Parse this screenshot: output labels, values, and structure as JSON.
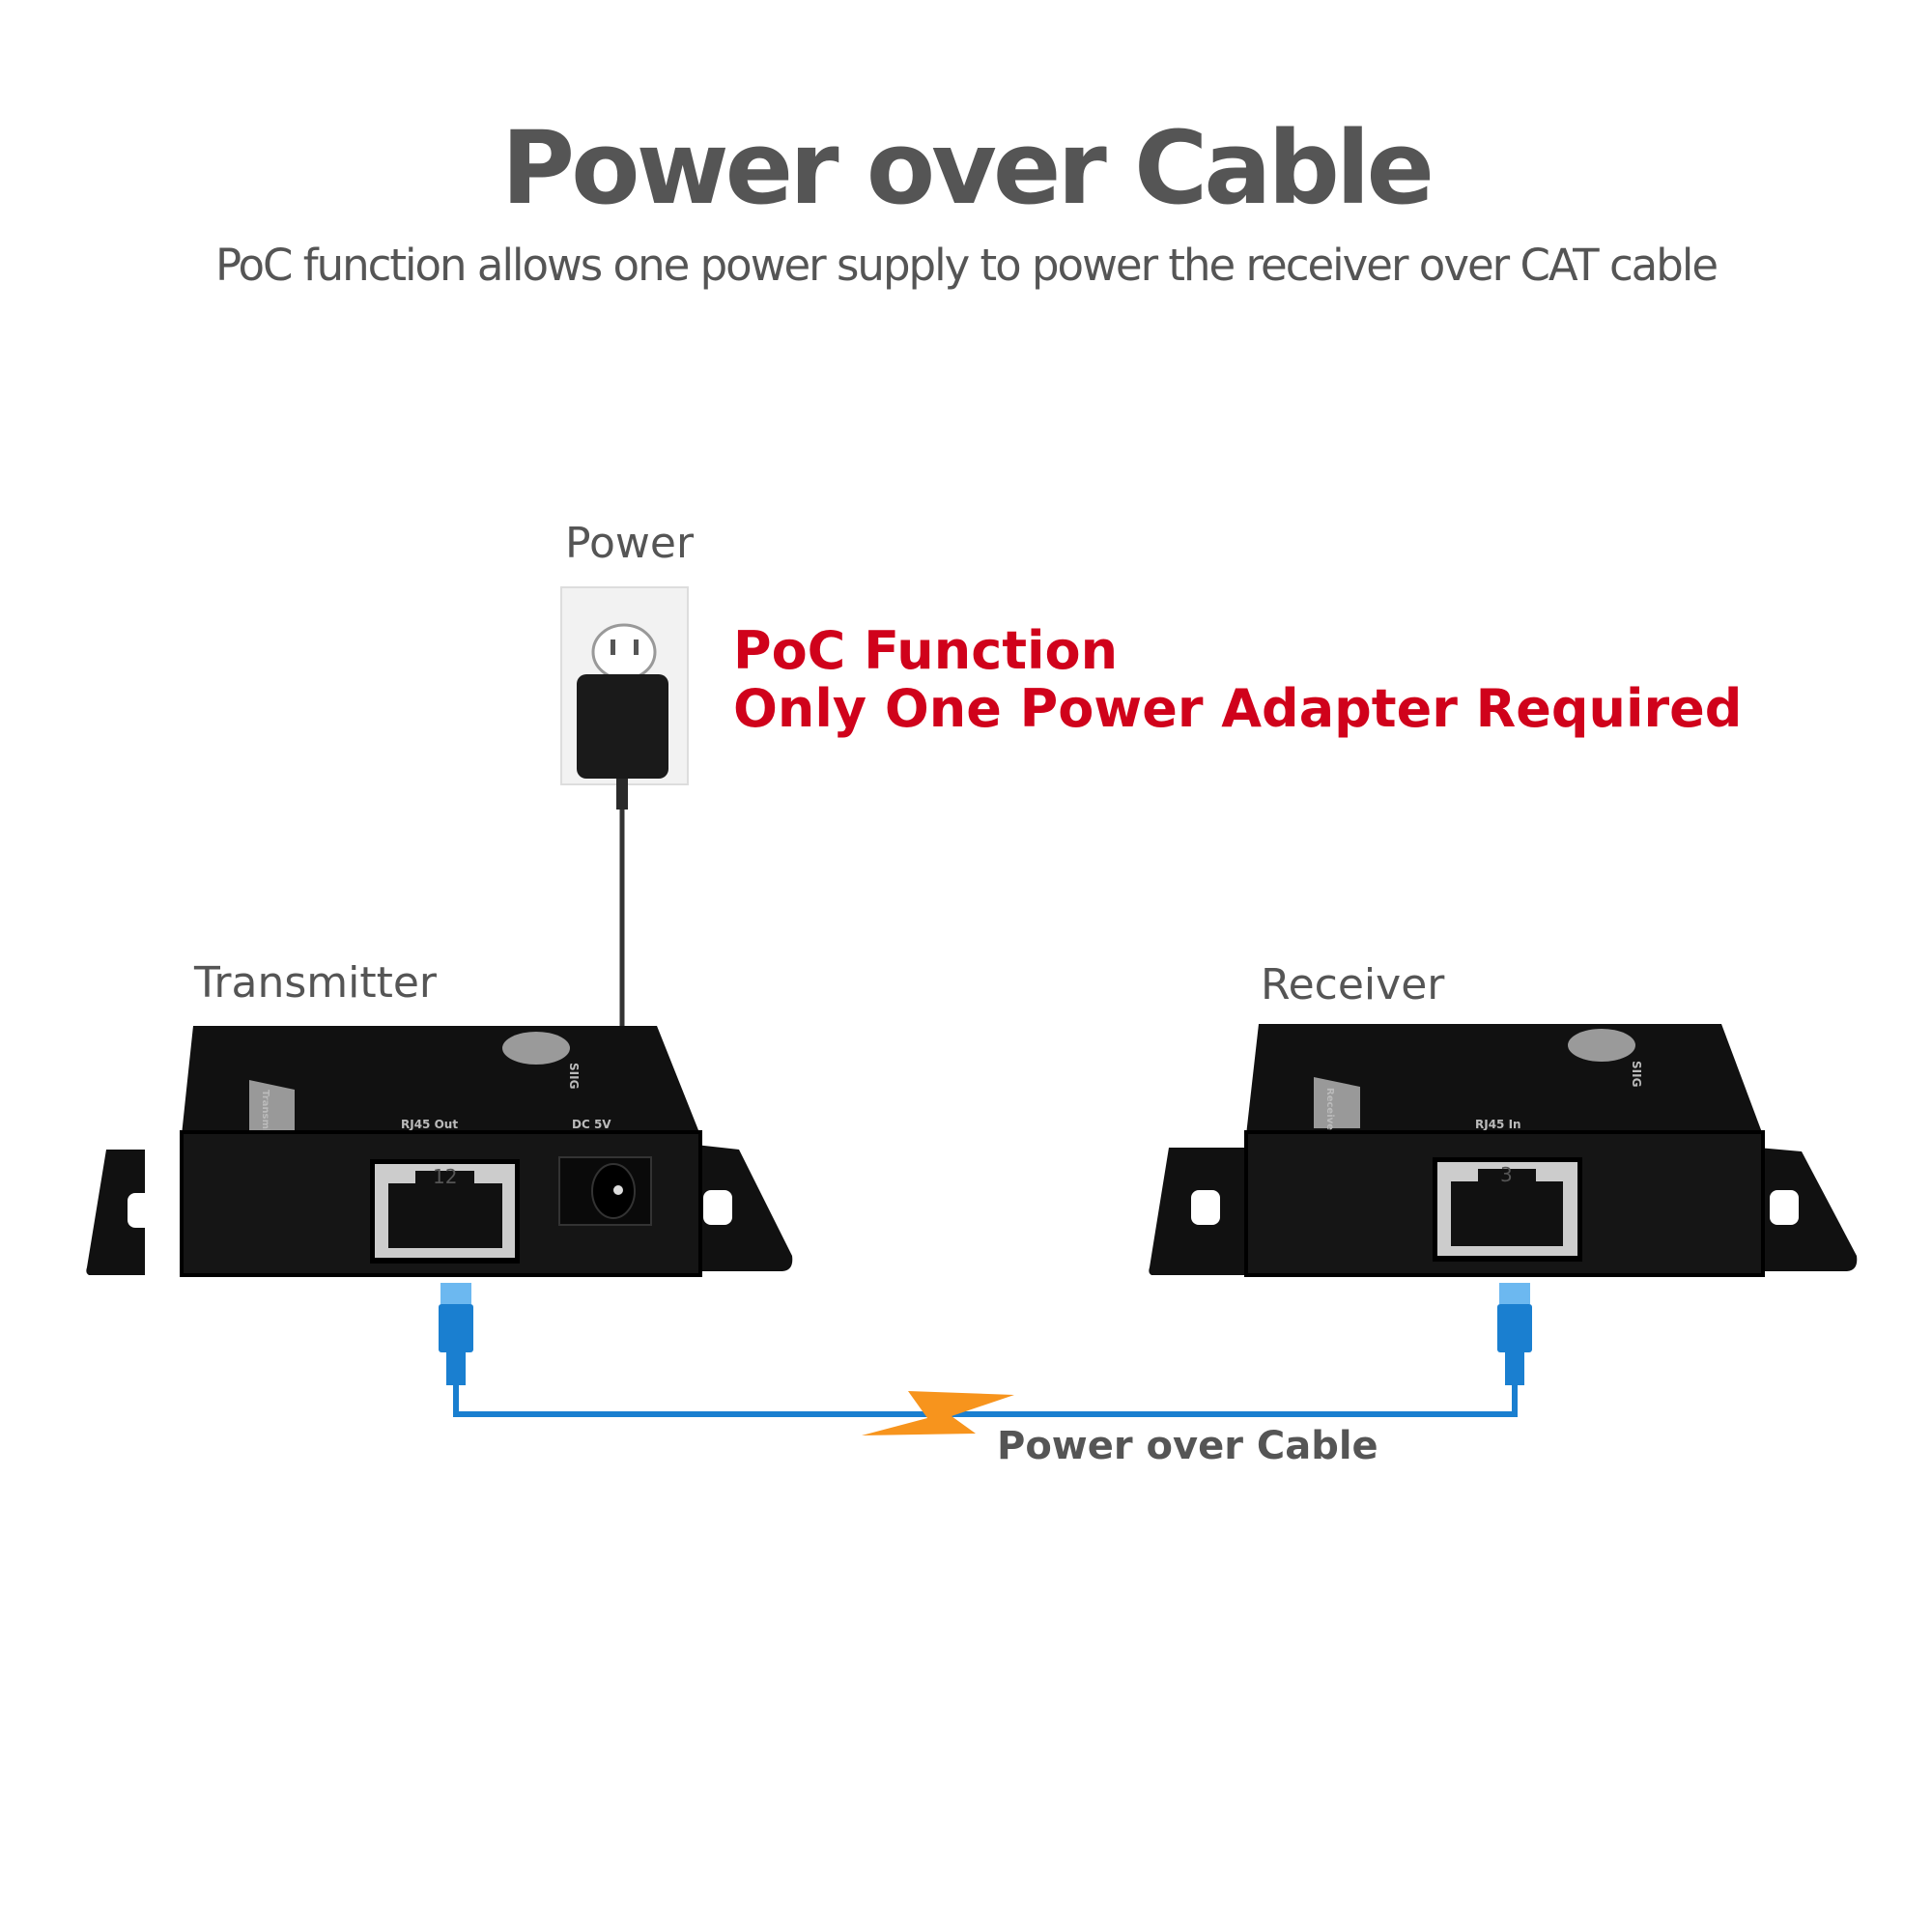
{
  "header": {
    "title": "Power over Cable",
    "subtitle": "PoC function allows one power supply to power the receiver over CAT cable"
  },
  "power": {
    "label": "Power"
  },
  "callout": {
    "line1": "PoC Function",
    "line2": "Only One Power Adapter Required"
  },
  "transmitter": {
    "label": "Transmitter",
    "port_label": "RJ45 Out",
    "dc_label": "DC 5V",
    "port_number": "12",
    "side_tag": "Transmitter",
    "brand": "SIIG"
  },
  "receiver": {
    "label": "Receiver",
    "port_label": "RJ45 In",
    "port_number": "3",
    "side_tag": "Receiver",
    "brand": "SIIG"
  },
  "cable": {
    "label": "Power over Cable"
  },
  "colors": {
    "accent_red": "#d0021b",
    "cable_blue": "#1a7fd0",
    "bolt_orange": "#f7941d"
  }
}
